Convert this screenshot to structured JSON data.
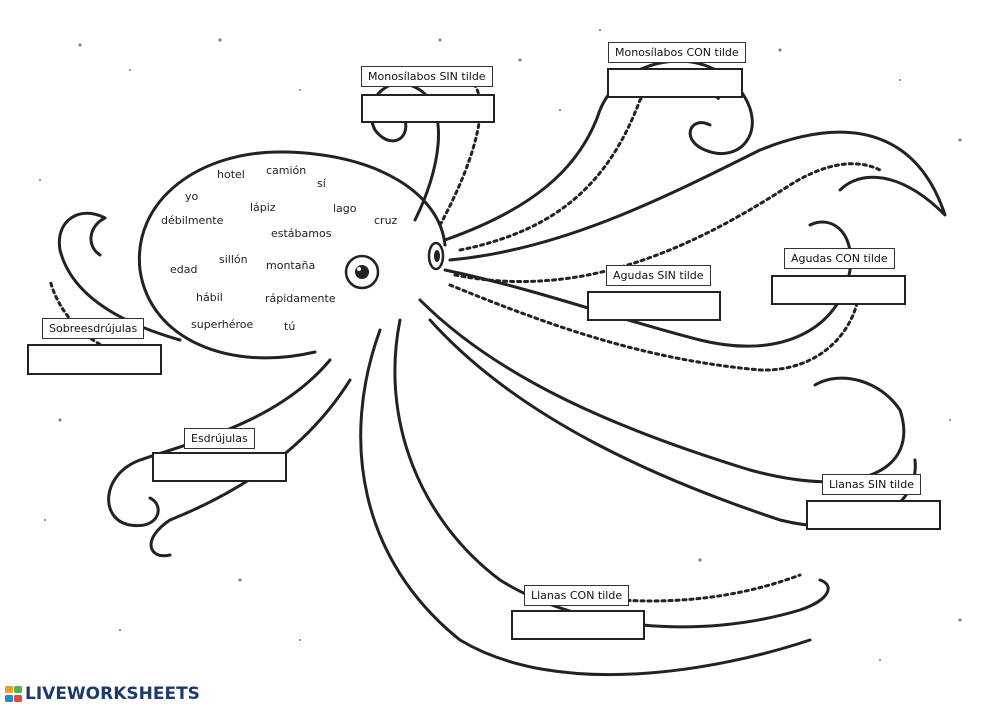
{
  "words": [
    "hotel",
    "camión",
    "yo",
    "sí",
    "lápiz",
    "lago",
    "débilmente",
    "cruz",
    "estábamos",
    "edad",
    "sillón",
    "montaña",
    "hábil",
    "rápidamente",
    "superhéroe",
    "tú"
  ],
  "labels": [
    "Monosílabos SIN tilde",
    "Monosílabos CON tilde",
    "Agudas SIN tilde",
    "Agudas CON tilde",
    "Sobreesdrújulas",
    "Esdrújulas",
    "Llanas SIN tilde",
    "Llanas CON tilde"
  ],
  "footer": {
    "brand": "LIVEWORKSHEETS",
    "logo_icon": "liveworksheets-logo-icon"
  },
  "colors": {
    "brand": "#1c3a6e",
    "line": "#222222"
  }
}
